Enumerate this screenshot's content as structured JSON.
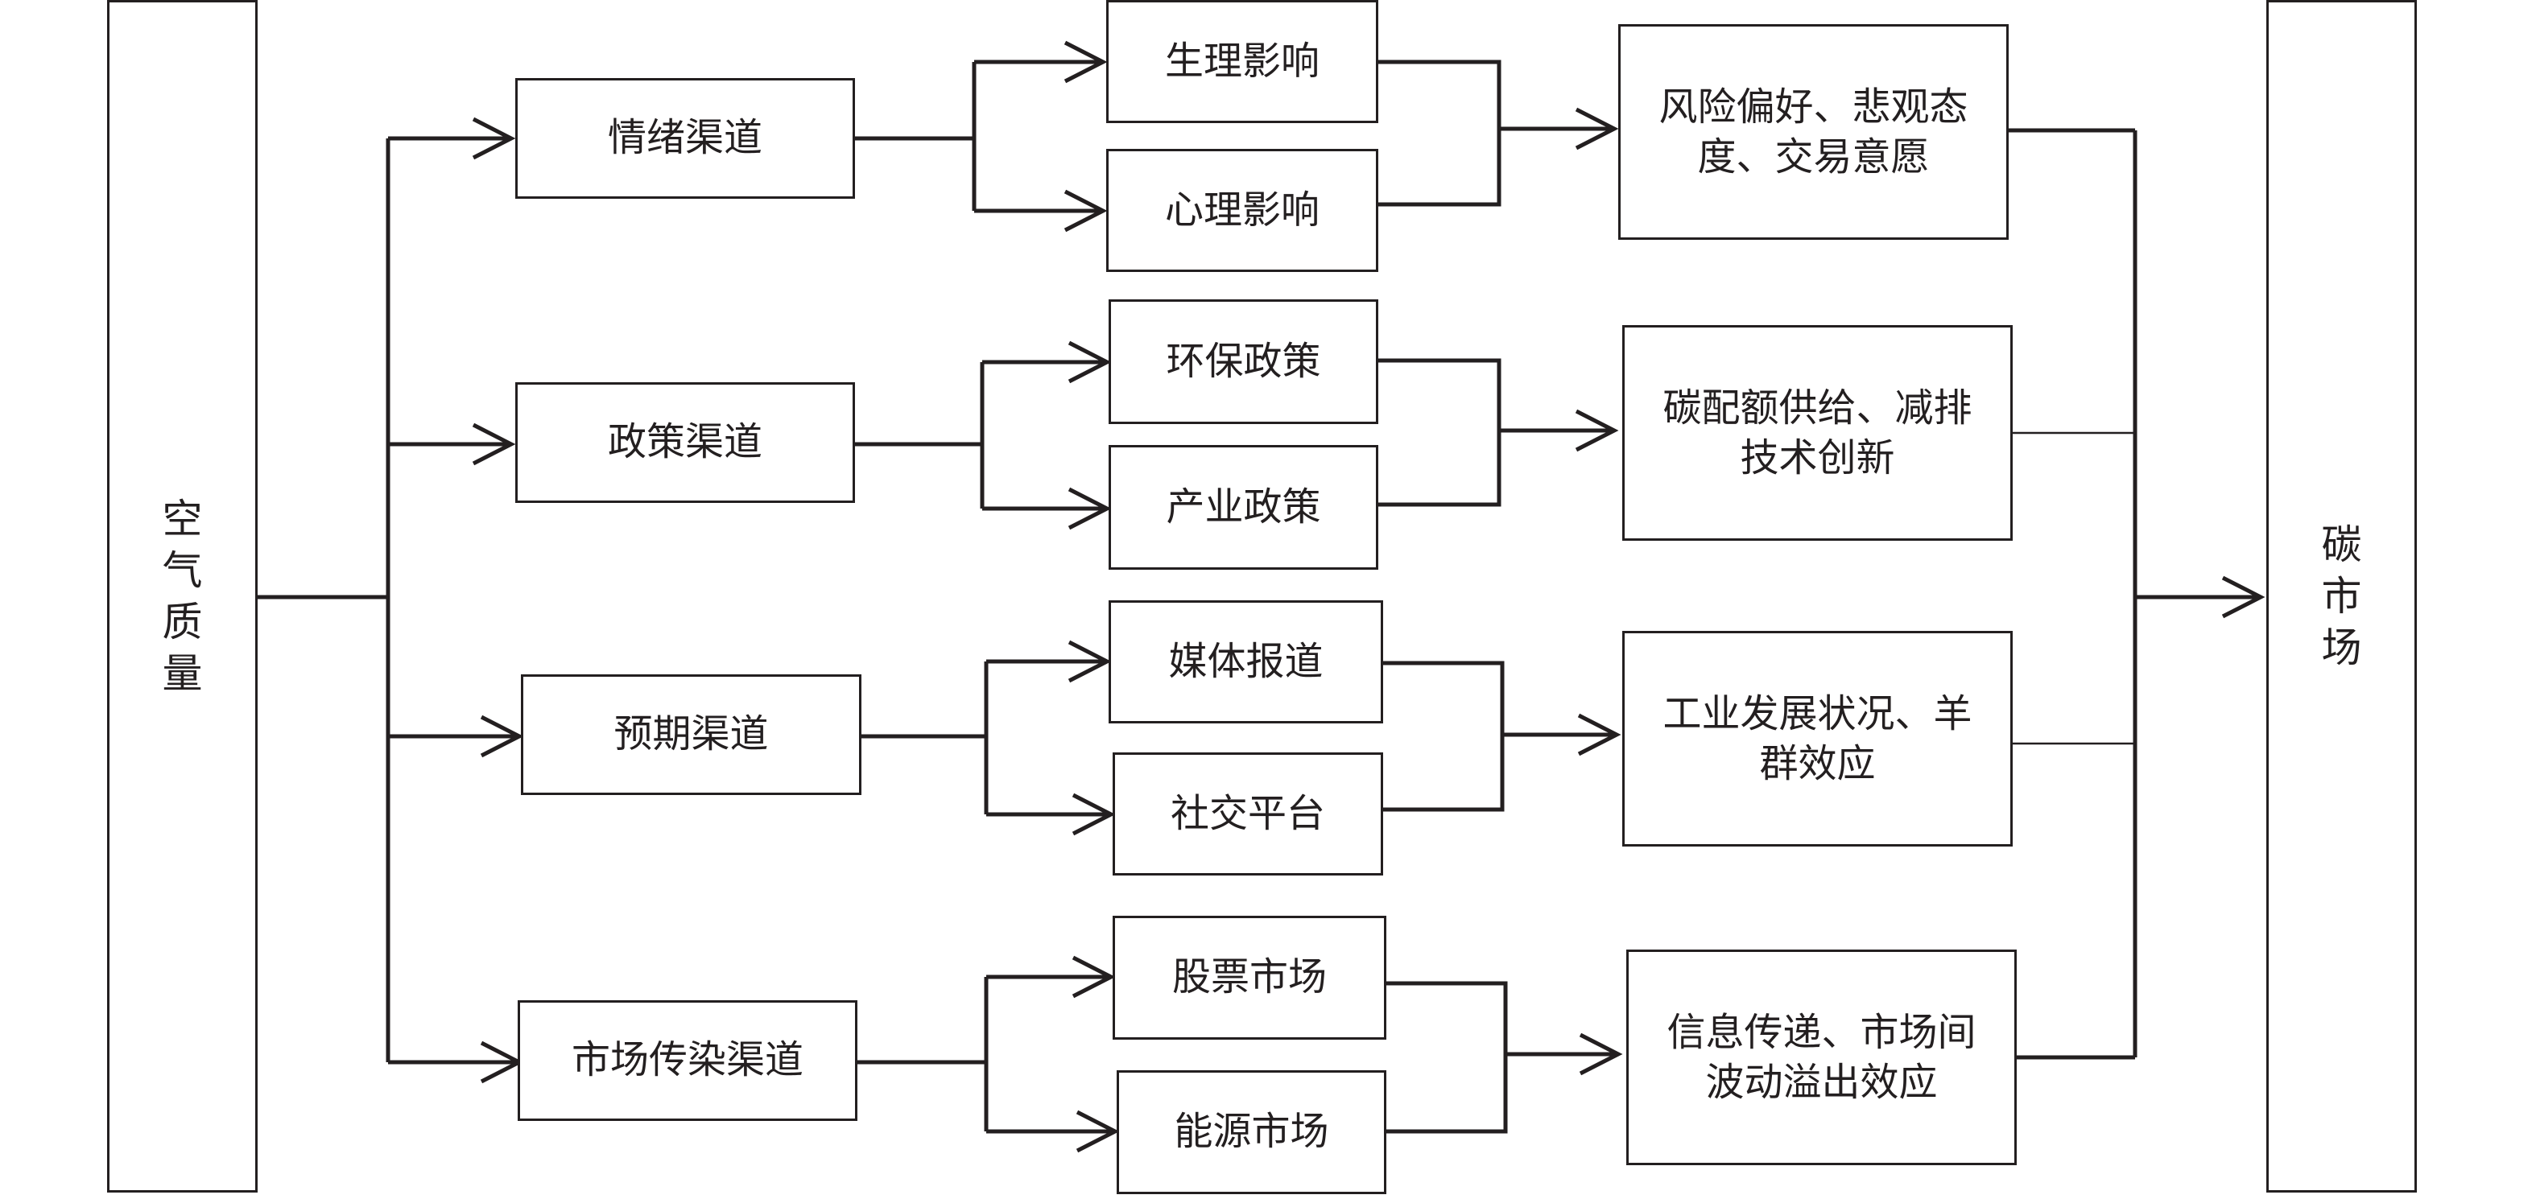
{
  "source": "空气质量",
  "target": "碳市场",
  "channels": [
    {
      "label": "情绪渠道",
      "factors": [
        "生理影响",
        "心理影响"
      ],
      "effect": "风险偏好、悲观态度、交易意愿"
    },
    {
      "label": "政策渠道",
      "factors": [
        "环保政策",
        "产业政策"
      ],
      "effect": "碳配额供给、减排技术创新"
    },
    {
      "label": "预期渠道",
      "factors": [
        "媒体报道",
        "社交平台"
      ],
      "effect": "工业发展状况、羊群效应"
    },
    {
      "label": "市场传染渠道",
      "factors": [
        "股票市场",
        "能源市场"
      ],
      "effect": "信息传递、市场间波动溢出效应"
    }
  ],
  "colors": {
    "stroke": "#231f20",
    "background": "#ffffff"
  }
}
